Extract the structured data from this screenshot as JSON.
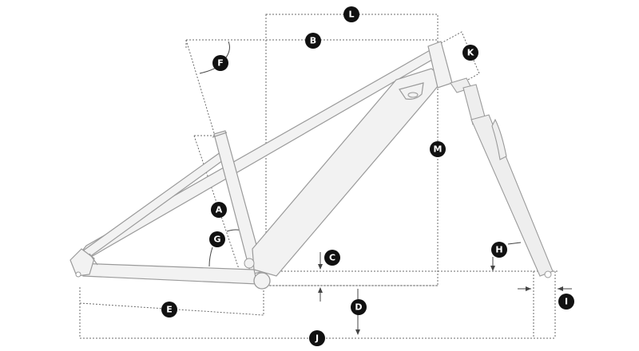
{
  "labels": {
    "A": "A",
    "B": "B",
    "C": "C",
    "D": "D",
    "E": "E",
    "F": "F",
    "G": "G",
    "H": "H",
    "I": "I",
    "J": "J",
    "K": "K",
    "L": "L",
    "M": "M"
  },
  "colors": {
    "background": "#ffffff",
    "badge": "#111111",
    "badge_text": "#ffffff",
    "frame_fill": "#f2f2f2",
    "frame_stroke": "#9a9a9a",
    "dimension_line": "#6b6b6b"
  }
}
